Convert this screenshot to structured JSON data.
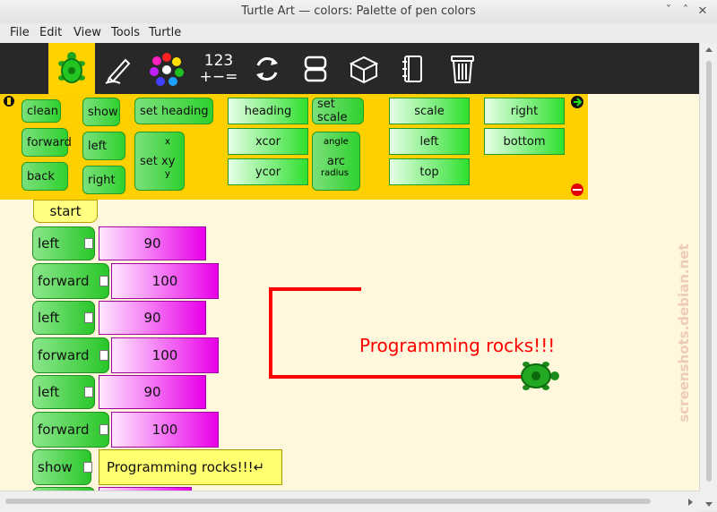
{
  "window": {
    "title": "Turtle Art — colors: Palette of pen colors",
    "controls": [
      "ˇ",
      "ˆ",
      "✕"
    ]
  },
  "menu": [
    "File",
    "Edit",
    "View",
    "Tools",
    "Turtle"
  ],
  "toolbar": {
    "numbers_top": "123",
    "numbers_bottom": "+−=",
    "icons": [
      "turtle-icon",
      "pen-icon",
      "colors-icon",
      "numbers-icon",
      "flow-icon",
      "blocks-icon",
      "extras-icon",
      "notebook-icon",
      "trash-icon"
    ]
  },
  "palette": {
    "clean": "clean",
    "forward": "forward",
    "back": "back",
    "show": "show",
    "left": "left",
    "right": "right",
    "set_heading": "set heading",
    "set_xy": "set xy",
    "x": "x",
    "y": "y",
    "heading": "heading",
    "xcor": "xcor",
    "ycor": "ycor",
    "set_scale": "set scale",
    "angle": "angle",
    "arc": "arc",
    "radius": "radius",
    "scale": "scale",
    "left_value": "left",
    "top": "top",
    "right_value": "right",
    "bottom": "bottom"
  },
  "program": {
    "start": "start",
    "steps": [
      {
        "cmd": "left",
        "arg": "90"
      },
      {
        "cmd": "forward",
        "arg": "100"
      },
      {
        "cmd": "left",
        "arg": "90"
      },
      {
        "cmd": "forward",
        "arg": "100"
      },
      {
        "cmd": "left",
        "arg": "90"
      },
      {
        "cmd": "forward",
        "arg": "100"
      }
    ],
    "show": "show",
    "show_text": "Programming rocks!!!↵"
  },
  "drawing": {
    "text": "Programming rocks!!!",
    "pen_color": "#ff0000",
    "turtle_color": "#1a8a1a"
  },
  "watermark": "screenshots.debian.net",
  "colors": {
    "palette_bg": "#ffd000",
    "toolbar_bg": "#282828",
    "canvas_bg": "#fff8dc"
  }
}
